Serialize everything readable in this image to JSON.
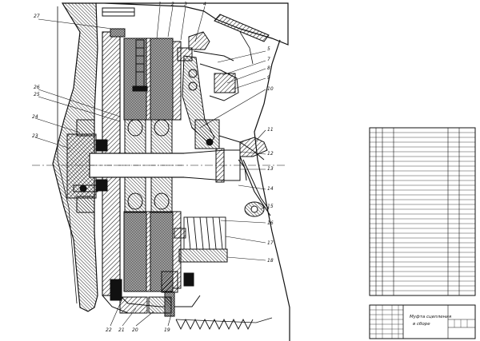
{
  "drawing": {
    "callouts": {
      "left": [
        "27",
        "26",
        "25",
        "24",
        "23"
      ],
      "top": [
        "1",
        "2",
        "3",
        "4"
      ],
      "right": [
        "5",
        "7",
        "8",
        "9",
        "10",
        "11",
        "12",
        "13",
        "14",
        "15",
        "16",
        "17",
        "18"
      ],
      "bottom": [
        "22",
        "21",
        "20",
        "19"
      ]
    }
  },
  "title_block": {
    "title_line1": "Муфта сцепления",
    "title_line2": "в сборе"
  },
  "colors": {
    "line": "#111111",
    "paper": "#ffffff"
  }
}
